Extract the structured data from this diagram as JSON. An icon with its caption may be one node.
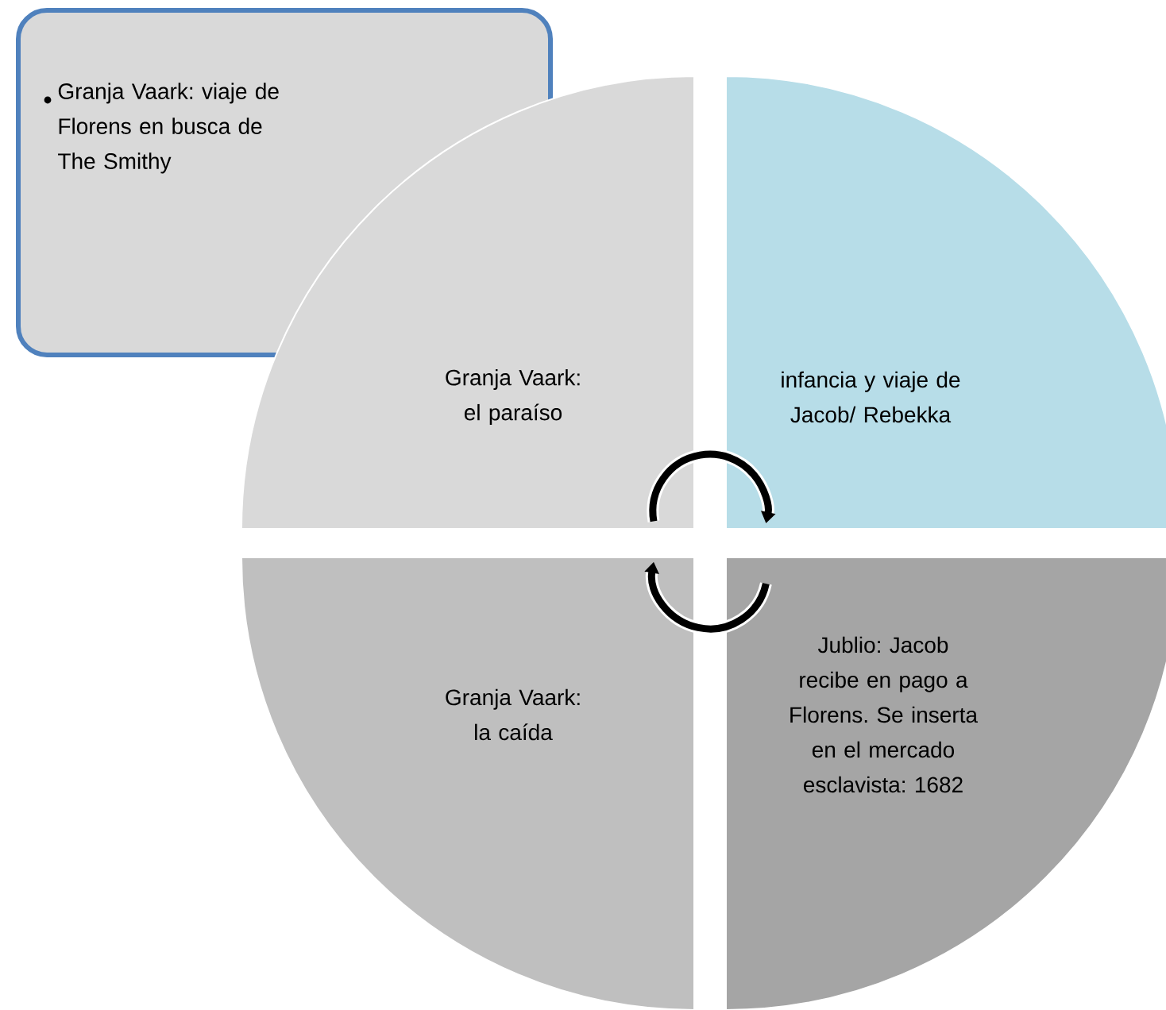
{
  "diagram": {
    "nodes": [
      {
        "text": [
          "Granja Vaark: viaje de Florens en busca de The Smithy"
        ]
      },
      {
        "text": [
          "Granja Vaark: el paraíso"
        ]
      },
      {
        "text": [
          "infancia y viaje de Jacob/ Rebekka"
        ]
      },
      {
        "text": [
          "Granja Vaark: la caída"
        ]
      },
      {
        "text": [
          "Jublio:  Jacob recibe en pago a Florens. Se inserta en el mercado esclavista: 1682"
        ]
      }
    ],
    "edges": [
      {
        "from": 1,
        "to": 2,
        "arrow": "to"
      },
      {
        "from": 4,
        "to": 3,
        "arrow": "to"
      }
    ]
  }
}
